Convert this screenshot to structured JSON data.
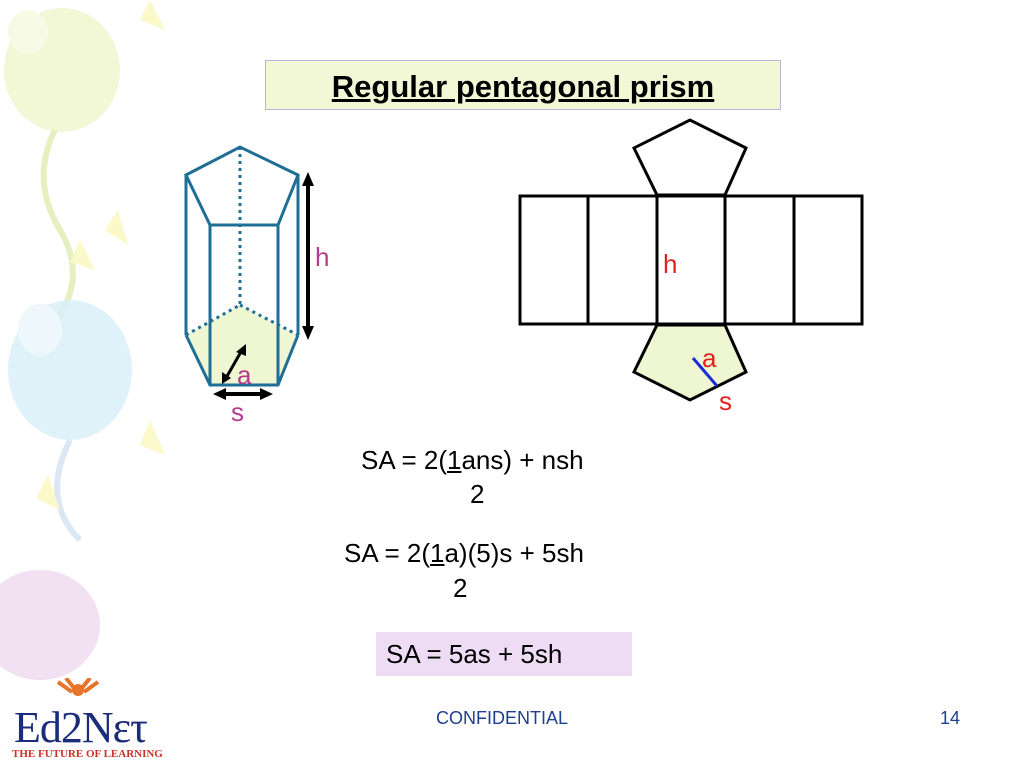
{
  "title": "Regular pentagonal prism",
  "prism_labels": {
    "h": "h",
    "a": "a",
    "s": "s"
  },
  "net_labels": {
    "h": "h",
    "a": "a",
    "s": "s"
  },
  "formula1": {
    "prefix": "SA = 2(",
    "numerator": "1",
    "suffix": "ans) + nsh",
    "denominator": "2"
  },
  "formula2": {
    "prefix": "SA = 2(",
    "numerator": "1",
    "suffix": "a)(5)s + 5sh",
    "denominator": "2"
  },
  "formula3": "SA = 5as + 5sh",
  "footer": {
    "confidential": "CONFIDENTIAL",
    "page_number": "14"
  },
  "logo": {
    "name": "Ed2Nετ",
    "tagline": "THE FUTURE OF LEARNING"
  },
  "colors": {
    "prism_edge": "#1f6e95",
    "base_fill": "#eef7d2",
    "label_magenta": "#b33b8f",
    "label_red": "#e0211c",
    "segment_blue": "#1a2ad8"
  }
}
